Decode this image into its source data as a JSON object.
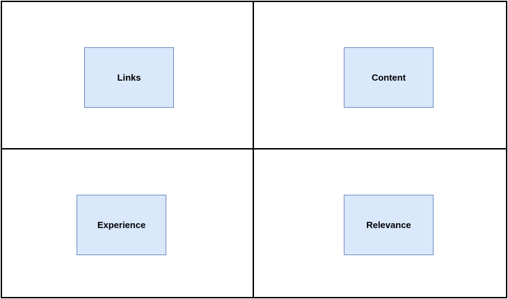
{
  "diagram": {
    "colors": {
      "border": "#000000",
      "node_fill": "#dae8fc",
      "node_stroke": "#6c8ebf"
    },
    "quadrants": [
      {
        "label": "Links"
      },
      {
        "label": "Content"
      },
      {
        "label": "Experience"
      },
      {
        "label": "Relevance"
      }
    ]
  }
}
